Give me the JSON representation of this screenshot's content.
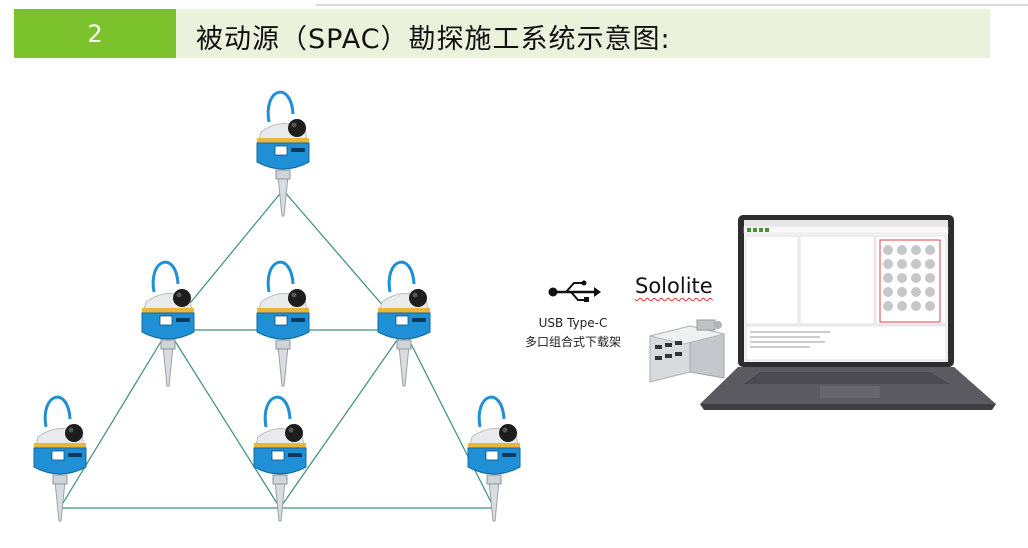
{
  "header": {
    "number": "2",
    "title": "被动源（SPAC）勘探施工系统示意图:"
  },
  "usb": {
    "label_line1": "USB Type-C",
    "label_line2": "多口组合式下载架"
  },
  "software": {
    "name": "Sololite"
  },
  "colors": {
    "accent_green": "#7cc22c",
    "header_bg": "#ebf2dc",
    "connector_line": "#3a8f7a",
    "device_blue": "#1f8fd6"
  },
  "icons": [
    "usb-icon",
    "seismic-node-icon",
    "docking-station-icon",
    "laptop-icon"
  ]
}
